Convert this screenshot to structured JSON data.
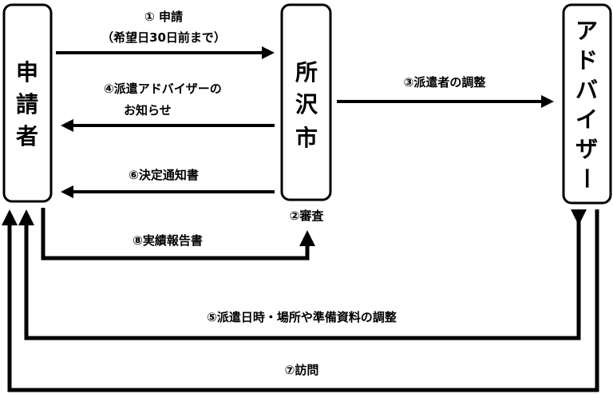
{
  "nodes": {
    "applicant": [
      "申",
      "請",
      "者"
    ],
    "city": [
      "所",
      "沢",
      "市"
    ],
    "advisor": [
      "ア",
      "ド",
      "バ",
      "イ",
      "ザ",
      "ー"
    ]
  },
  "steps": {
    "s1_line1": "① 申請",
    "s1_line2": "（希望日30日前まで）",
    "s2": "②審査",
    "s3": "③派遣者の調整",
    "s4_line1": "④派遣アドバイザーの",
    "s4_line2": "お知らせ",
    "s5": "⑤派遣日時・場所や準備資料の調整",
    "s6": "⑥決定通知書",
    "s7": "⑦訪問",
    "s8": "⑧実績報告書"
  }
}
